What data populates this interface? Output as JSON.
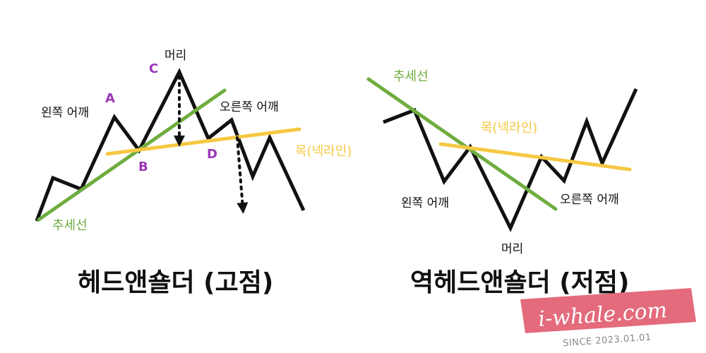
{
  "colors": {
    "price_line": "#111111",
    "trend_line": "#6fad3f",
    "neckline": "#f5c842",
    "point_letters": "#9a36b8",
    "banner": "#e36b7c"
  },
  "left_diagram": {
    "title": "헤드앤숄더 (고점)",
    "labels": {
      "head": "머리",
      "left_shoulder": "왼쪽 어깨",
      "right_shoulder": "오른쪽 어깨",
      "neckline": "목(넥라인)",
      "trendline": "추세선"
    },
    "points": {
      "a": "A",
      "b": "B",
      "c": "C",
      "d": "D"
    }
  },
  "right_diagram": {
    "title": "역헤드앤숄더 (저점)",
    "labels": {
      "head": "머리",
      "left_shoulder": "왼쪽 어깨",
      "right_shoulder": "오른쪽 어깨",
      "neckline": "목(넥라인)",
      "trendline": "추세선"
    }
  },
  "watermark": {
    "brand": "i-whale.com",
    "since": "SINCE 2023.01.01"
  }
}
